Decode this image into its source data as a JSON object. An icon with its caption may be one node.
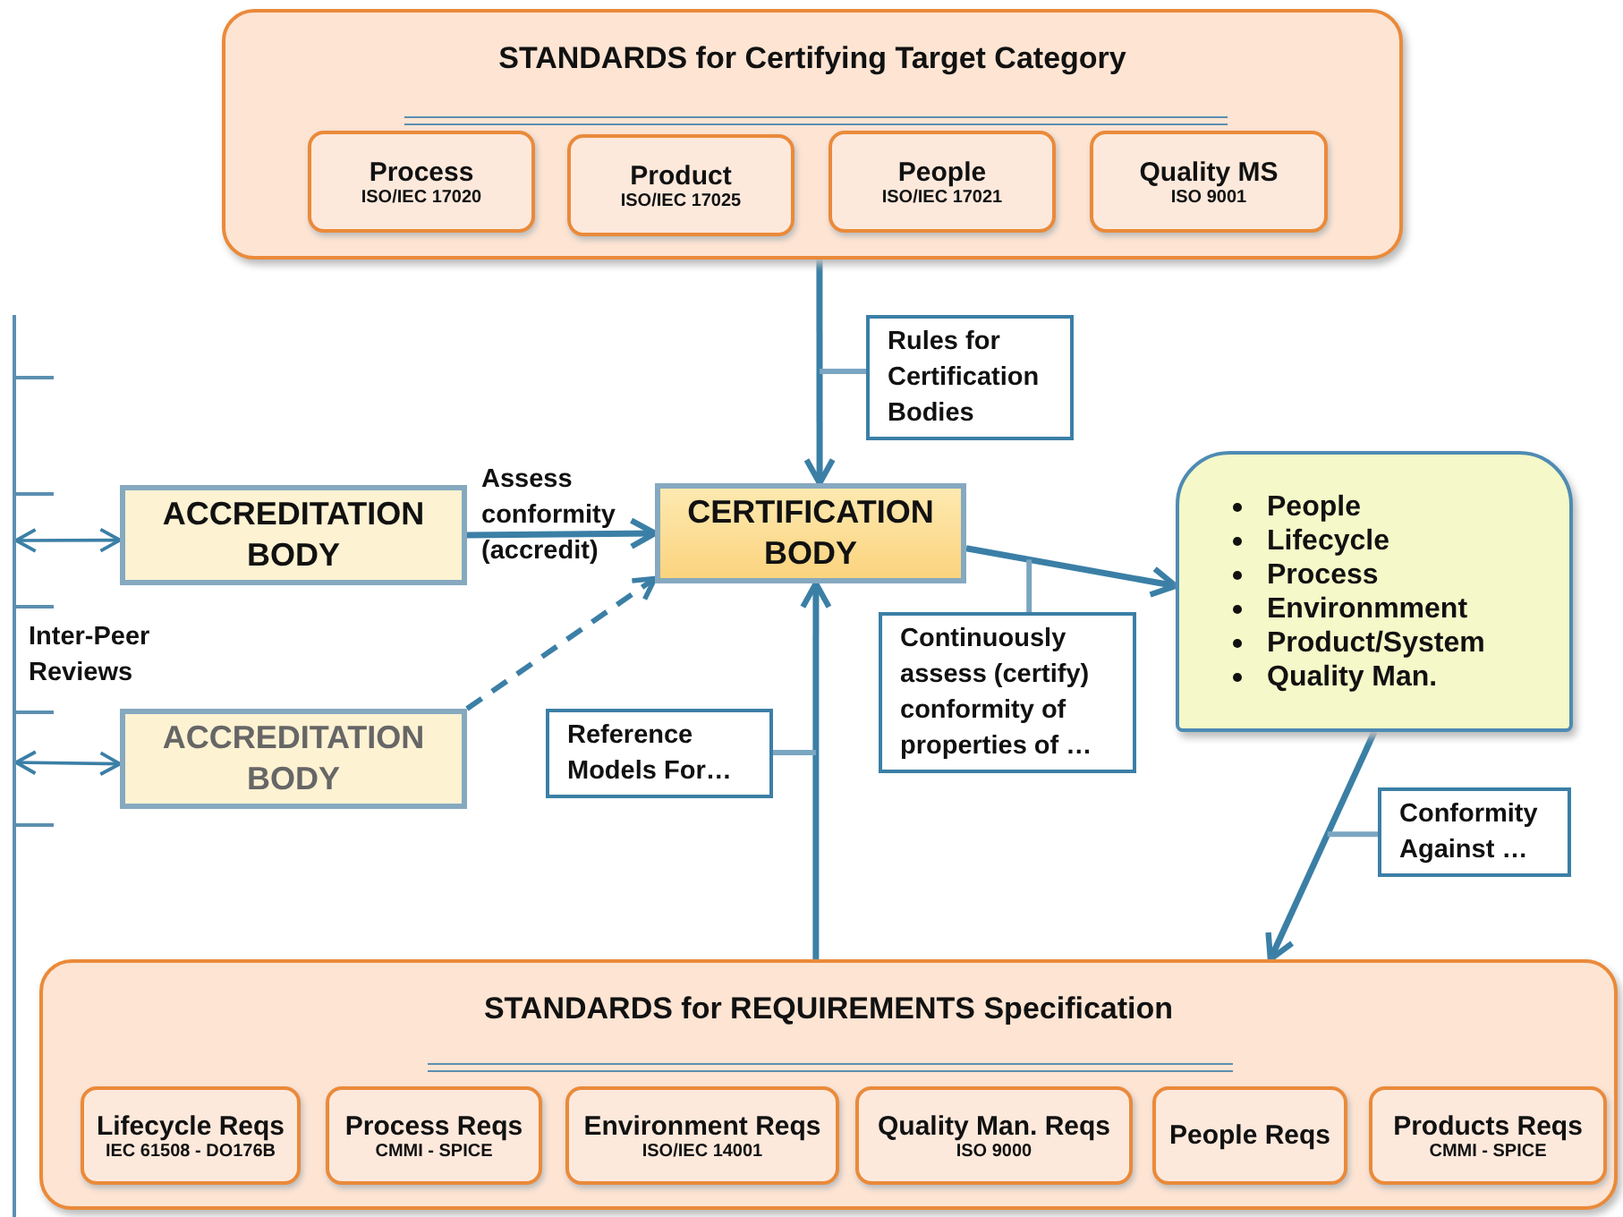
{
  "diagram": {
    "nodes": [
      {
        "text": [
          "STANDARDS  for Certifying Target Category"
        ]
      },
      {
        "text": [
          "Process",
          "ISO/IEC 17020"
        ],
        "in": 0
      },
      {
        "text": [
          "Product",
          "ISO/IEC 17025"
        ],
        "in": 0
      },
      {
        "text": [
          "People",
          "ISO/IEC 17021"
        ],
        "in": 0
      },
      {
        "text": [
          "Quality MS",
          "ISO 9001"
        ],
        "in": 0
      },
      {
        "text": [
          "ACCREDITATION BODY"
        ]
      },
      {
        "text": [
          "ACCREDITATION BODY"
        ]
      },
      {
        "text": [
          "CERTIFICATION BODY"
        ]
      },
      {
        "text": [
          "People",
          "Lifecycle",
          "Process",
          "Environmment",
          "Product/System",
          "Quality Man."
        ]
      },
      {
        "text": [
          "STANDARDS  for REQUIREMENTS Specification"
        ]
      },
      {
        "text": [
          "Lifecycle Reqs",
          "IEC 61508 - DO176B"
        ],
        "in": 9
      },
      {
        "text": [
          "Process Reqs",
          "CMMI - SPICE"
        ],
        "in": 9
      },
      {
        "text": [
          "Environment Reqs",
          "ISO/IEC 14001"
        ],
        "in": 9
      },
      {
        "text": [
          "Quality Man. Reqs",
          "ISO 9000"
        ],
        "in": 9
      },
      {
        "text": [
          "People Reqs"
        ],
        "in": 9
      },
      {
        "text": [
          "Products Reqs",
          "CMMI - SPICE"
        ],
        "in": 9
      },
      {
        "text": [],
        "shape": "bar"
      }
    ],
    "edges": [
      {
        "from": 0,
        "to": 7,
        "arrow": "to",
        "label": "Rules for Certification Bodies"
      },
      {
        "from": 5,
        "to": 7,
        "arrow": "to",
        "label": "Assess conformity (accredit)"
      },
      {
        "from": 6,
        "to": 7,
        "arrow": "to",
        "style": "dashed"
      },
      {
        "from": 9,
        "to": 7,
        "arrow": "to",
        "label": "Reference Models For…"
      },
      {
        "from": 7,
        "to": 8,
        "arrow": "to",
        "label": "Continuously assess (certify) conformity of properties of …"
      },
      {
        "from": 8,
        "to": 9,
        "arrow": "to",
        "label": "Conformity Against …"
      },
      {
        "from": 16,
        "to": 5,
        "arrow": "both"
      },
      {
        "from": 16,
        "to": 6,
        "arrow": "both"
      }
    ],
    "labels": [
      "Inter-Peer Reviews"
    ]
  }
}
